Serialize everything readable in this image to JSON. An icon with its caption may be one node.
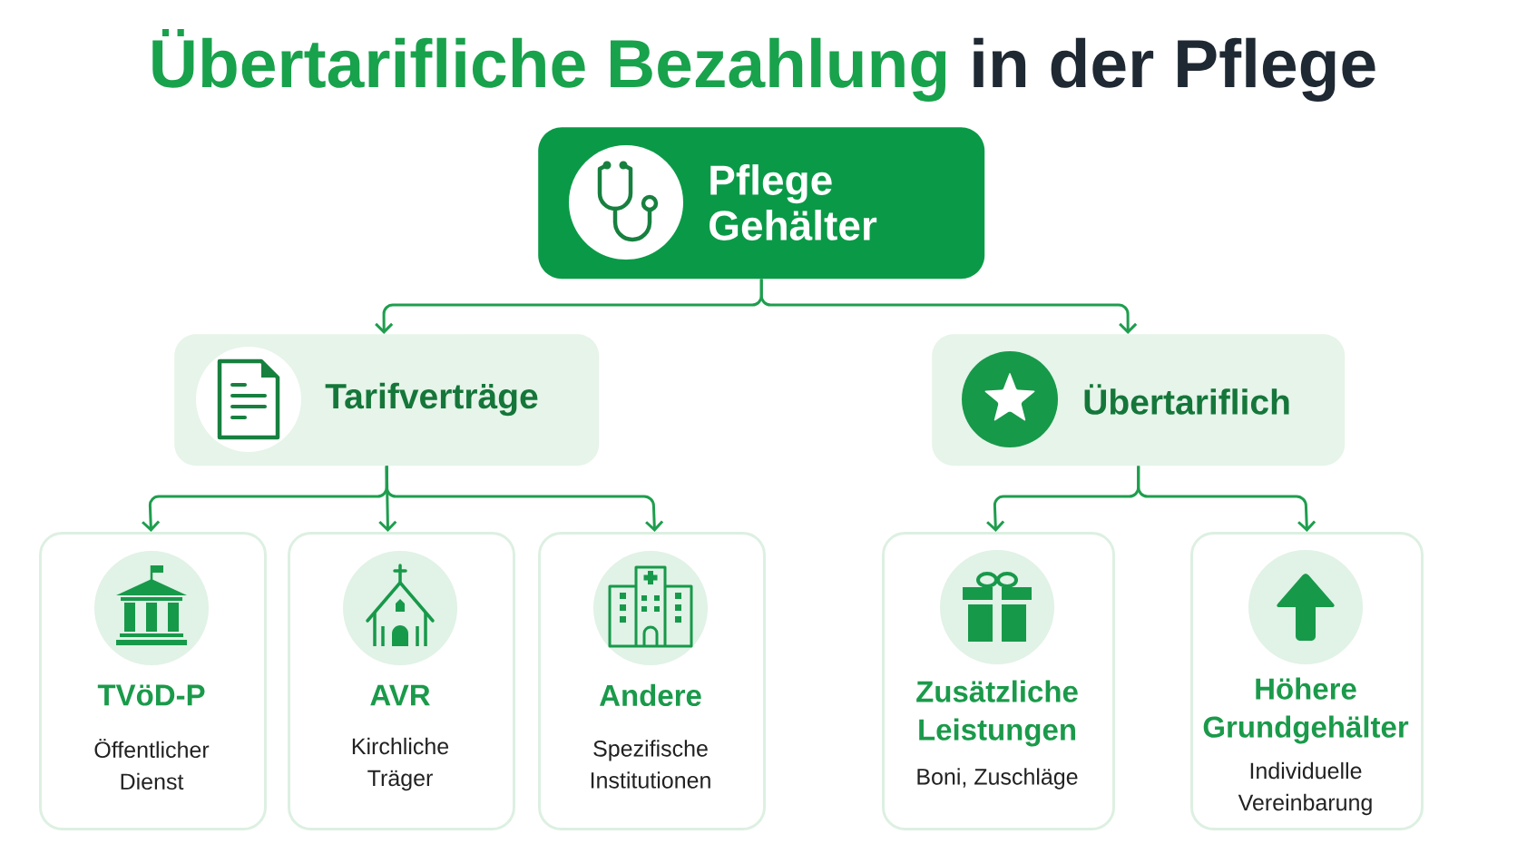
{
  "diagram": {
    "title": "Übertarifliche Bezahlung in der Pflege",
    "nodes": [
      {
        "text": [
          "Pflege Gehälter"
        ]
      },
      {
        "text": [
          "Tarifverträge"
        ]
      },
      {
        "text": [
          "Übertariflich"
        ]
      },
      {
        "text": [
          "TVöD-P",
          "Öffentlicher Dienst"
        ]
      },
      {
        "text": [
          "AVR",
          "Kirchliche Träger"
        ]
      },
      {
        "text": [
          "Andere",
          "Spezifische Institutionen"
        ]
      },
      {
        "text": [
          "Zusätzliche Leistungen",
          "Boni, Zuschläge"
        ]
      },
      {
        "text": [
          "Höhere Grundgehälter",
          "Individuelle Vereinbarung"
        ]
      }
    ],
    "edges": [
      {
        "from": 0,
        "to": 1,
        "arrow": "to"
      },
      {
        "from": 0,
        "to": 2,
        "arrow": "to"
      },
      {
        "from": 1,
        "to": 3,
        "arrow": "to"
      },
      {
        "from": 1,
        "to": 4,
        "arrow": "to"
      },
      {
        "from": 1,
        "to": 5,
        "arrow": "to"
      },
      {
        "from": 2,
        "to": 6,
        "arrow": "to"
      },
      {
        "from": 2,
        "to": 7,
        "arrow": "to"
      }
    ]
  }
}
